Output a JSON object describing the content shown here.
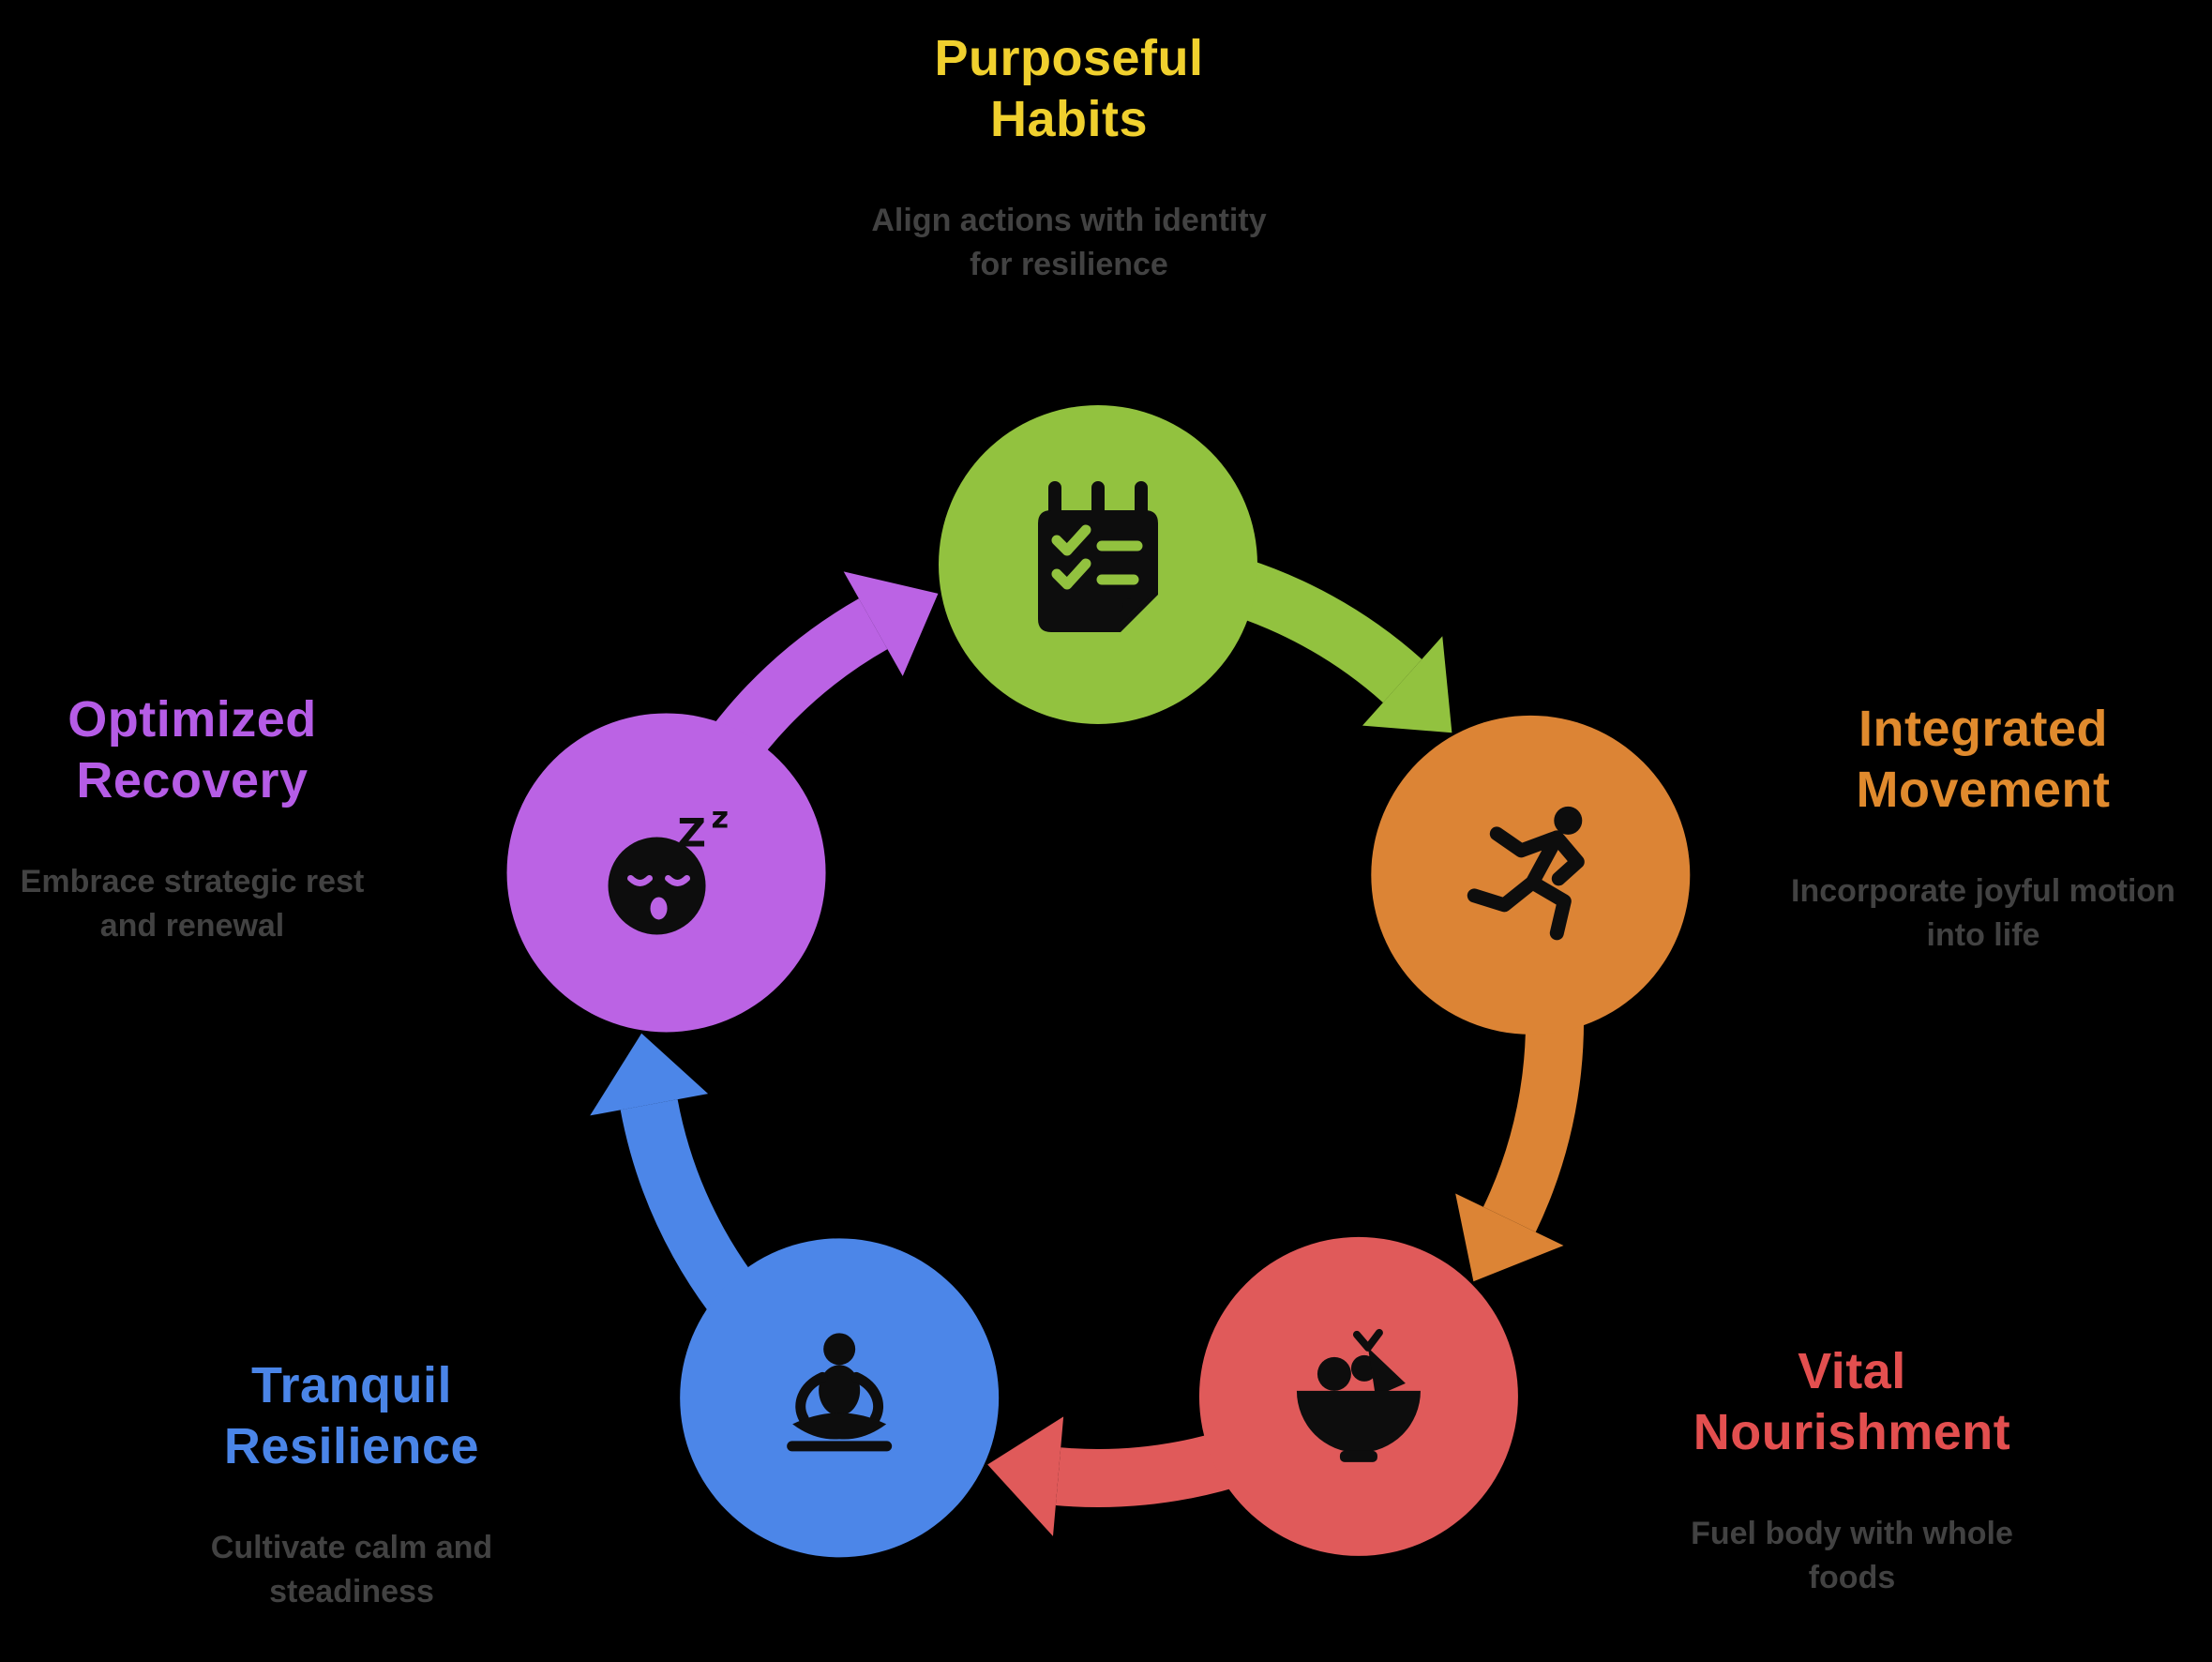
{
  "background_color": "#000000",
  "subtitle_color": "#424242",
  "icon_ink_color": "#0d0d0d",
  "nodes": [
    {
      "id": "purposeful-habits",
      "title": "Purposeful\nHabits",
      "subtitle": "Align actions with identity\nfor resilience",
      "title_color": "#F0D02E",
      "circle_color": "#92C23F",
      "icon": "checklist-icon"
    },
    {
      "id": "integrated-movement",
      "title": "Integrated\nMovement",
      "subtitle": "Incorporate joyful motion\ninto life",
      "title_color": "#E08A2D",
      "circle_color": "#DC8435",
      "icon": "runner-icon"
    },
    {
      "id": "vital-nourishment",
      "title": "Vital\nNourishment",
      "subtitle": "Fuel body with whole\nfoods",
      "title_color": "#E34F4F",
      "circle_color": "#E05A5A",
      "icon": "salad-bowl-icon"
    },
    {
      "id": "tranquil-resilience",
      "title": "Tranquil\nResilience",
      "subtitle": "Cultivate calm and\nsteadiness",
      "title_color": "#4A85E8",
      "circle_color": "#4C86E8",
      "icon": "meditation-icon"
    },
    {
      "id": "optimized-recovery",
      "title": "Optimized\nRecovery",
      "subtitle": "Embrace strategic rest\nand renewal",
      "title_color": "#B55CE6",
      "circle_color": "#BB63E4",
      "icon": "sleeping-face-icon",
      "icon_text": "Zz"
    }
  ]
}
